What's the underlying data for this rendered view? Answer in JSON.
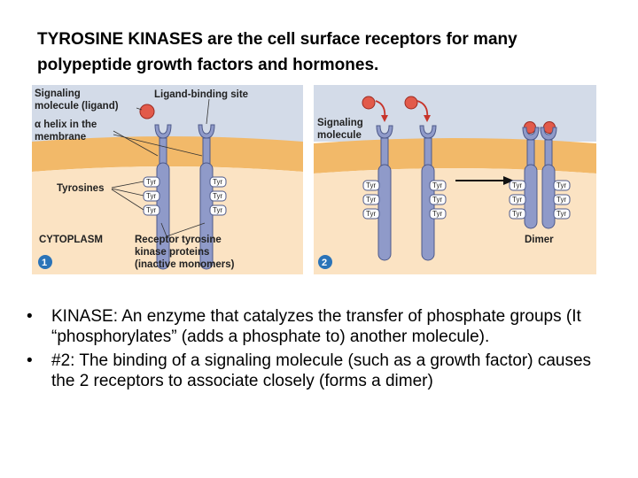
{
  "title": "TYROSINE KINASES are the cell surface receptors for many polypeptide growth factors and hormones.",
  "panel1": {
    "label_signaling_l1": "Signaling",
    "label_signaling_l2": "molecule (ligand)",
    "label_ligand_site": "Ligand-binding site",
    "label_helix_l1": "α helix in the",
    "label_helix_l2": "membrane",
    "label_tyrosines": "Tyrosines",
    "label_cytoplasm": "CYTOPLASM",
    "label_receptor_l1": "Receptor tyrosine",
    "label_receptor_l2": "kinase proteins",
    "label_receptor_l3": "(inactive monomers)",
    "step_number": "1",
    "tyr": "Tyr"
  },
  "panel2": {
    "label_signaling_l1": "Signaling",
    "label_signaling_l2": "molecule",
    "label_dimer": "Dimer",
    "step_number": "2",
    "tyr": "Tyr"
  },
  "bullets": [
    "KINASE: An enzyme that catalyzes the transfer of phosphate groups (It  “phosphorylates” (adds a phosphate to) another molecule).",
    "#2: The binding of a signaling molecule (such as a growth factor) causes the 2 receptors to associate closely (forms a dimer)"
  ],
  "bullet_symbol": "•",
  "colors": {
    "extracellular": "#d3dbe8",
    "membrane": "#f2b969",
    "cytoplasm": "#fbe3c3",
    "receptor": "#8f9ac9",
    "ligand": "#e25a4a",
    "arrow": "#c7342a",
    "step_badge": "#2a73b8"
  }
}
